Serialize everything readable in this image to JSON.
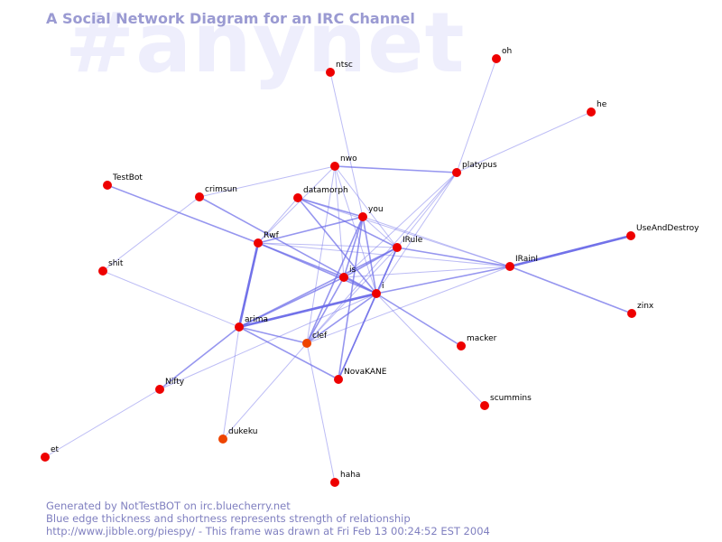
{
  "watermark": "#anynet",
  "title": "A Social Network Diagram for an IRC Channel",
  "footer": {
    "line1": "Generated by NotTestBOT on irc.bluecherry.net",
    "line2": "Blue edge thickness and shortness represents strength of relationship",
    "line3": "http://www.jibble.org/piespy/ - This frame was drawn at Fri Feb 13 00:24:52 EST 2004"
  },
  "colors": {
    "node": "#ee0000",
    "node_orange": "#ee4400",
    "edge": "#6a6ae8",
    "title": "#9a9ad2",
    "watermark": "#eeeefc",
    "footer": "#8080c0"
  },
  "nodes": [
    {
      "id": "ntsc",
      "label": "ntsc"
    },
    {
      "id": "oh",
      "label": "oh"
    },
    {
      "id": "he",
      "label": "he"
    },
    {
      "id": "nwo",
      "label": "nwo"
    },
    {
      "id": "platypus",
      "label": "platypus"
    },
    {
      "id": "TestBot",
      "label": "TestBot"
    },
    {
      "id": "crimsun",
      "label": "crimsun"
    },
    {
      "id": "datamorph",
      "label": "datamorph"
    },
    {
      "id": "you",
      "label": "you"
    },
    {
      "id": "UseAndDestroy",
      "label": "UseAndDestroy"
    },
    {
      "id": "Rwf",
      "label": "Rwf"
    },
    {
      "id": "IRule",
      "label": "IRule"
    },
    {
      "id": "IRainI",
      "label": "IRainI"
    },
    {
      "id": "shit",
      "label": "shit"
    },
    {
      "id": "is",
      "label": "is"
    },
    {
      "id": "i",
      "label": "i"
    },
    {
      "id": "zinx",
      "label": "zinx"
    },
    {
      "id": "arima",
      "label": "arima"
    },
    {
      "id": "clef",
      "label": "clef"
    },
    {
      "id": "macker",
      "label": "macker"
    },
    {
      "id": "NovaKANE",
      "label": "NovaKANE"
    },
    {
      "id": "Nifty",
      "label": "Nifty"
    },
    {
      "id": "scummins",
      "label": "scummins"
    },
    {
      "id": "dukeku",
      "label": "dukeku"
    },
    {
      "id": "et",
      "label": "et"
    },
    {
      "id": "haha",
      "label": "haha"
    }
  ],
  "edges": [
    {
      "a": "ntsc",
      "b": "you",
      "w": 1
    },
    {
      "a": "oh",
      "b": "platypus",
      "w": 1
    },
    {
      "a": "he",
      "b": "platypus",
      "w": 1
    },
    {
      "a": "nwo",
      "b": "platypus",
      "w": 2
    },
    {
      "a": "nwo",
      "b": "crimsun",
      "w": 1
    },
    {
      "a": "nwo",
      "b": "Rwf",
      "w": 1
    },
    {
      "a": "nwo",
      "b": "IRule",
      "w": 1
    },
    {
      "a": "nwo",
      "b": "is",
      "w": 1
    },
    {
      "a": "nwo",
      "b": "clef",
      "w": 1
    },
    {
      "a": "nwo",
      "b": "i",
      "w": 1
    },
    {
      "a": "platypus",
      "b": "IRule",
      "w": 1
    },
    {
      "a": "platypus",
      "b": "i",
      "w": 1
    },
    {
      "a": "platypus",
      "b": "is",
      "w": 1
    },
    {
      "a": "platypus",
      "b": "clef",
      "w": 1
    },
    {
      "a": "TestBot",
      "b": "Rwf",
      "w": 2
    },
    {
      "a": "crimsun",
      "b": "shit",
      "w": 1
    },
    {
      "a": "crimsun",
      "b": "i",
      "w": 2
    },
    {
      "a": "datamorph",
      "b": "you",
      "w": 2
    },
    {
      "a": "datamorph",
      "b": "IRule",
      "w": 2
    },
    {
      "a": "datamorph",
      "b": "i",
      "w": 2
    },
    {
      "a": "datamorph",
      "b": "Rwf",
      "w": 1
    },
    {
      "a": "datamorph",
      "b": "IRainI",
      "w": 1
    },
    {
      "a": "you",
      "b": "Rwf",
      "w": 2
    },
    {
      "a": "you",
      "b": "IRule",
      "w": 1
    },
    {
      "a": "you",
      "b": "is",
      "w": 2
    },
    {
      "a": "you",
      "b": "i",
      "w": 2
    },
    {
      "a": "you",
      "b": "clef",
      "w": 2
    },
    {
      "a": "you",
      "b": "NovaKANE",
      "w": 2
    },
    {
      "a": "you",
      "b": "IRainI",
      "w": 1
    },
    {
      "a": "UseAndDestroy",
      "b": "IRainI",
      "w": 3
    },
    {
      "a": "Rwf",
      "b": "IRule",
      "w": 1
    },
    {
      "a": "Rwf",
      "b": "is",
      "w": 2
    },
    {
      "a": "Rwf",
      "b": "i",
      "w": 2
    },
    {
      "a": "Rwf",
      "b": "arima",
      "w": 3
    },
    {
      "a": "Rwf",
      "b": "IRainI",
      "w": 1
    },
    {
      "a": "IRule",
      "b": "IRainI",
      "w": 2
    },
    {
      "a": "IRule",
      "b": "is",
      "w": 2
    },
    {
      "a": "IRule",
      "b": "i",
      "w": 2
    },
    {
      "a": "IRule",
      "b": "arima",
      "w": 2
    },
    {
      "a": "IRule",
      "b": "clef",
      "w": 1
    },
    {
      "a": "IRule",
      "b": "NovaKANE",
      "w": 2
    },
    {
      "a": "IRainI",
      "b": "i",
      "w": 2
    },
    {
      "a": "IRainI",
      "b": "is",
      "w": 1
    },
    {
      "a": "IRainI",
      "b": "zinx",
      "w": 2
    },
    {
      "a": "IRainI",
      "b": "clef",
      "w": 1
    },
    {
      "a": "shit",
      "b": "arima",
      "w": 1
    },
    {
      "a": "is",
      "b": "i",
      "w": 2
    },
    {
      "a": "is",
      "b": "clef",
      "w": 2
    },
    {
      "a": "is",
      "b": "arima",
      "w": 2
    },
    {
      "a": "i",
      "b": "arima",
      "w": 3
    },
    {
      "a": "i",
      "b": "clef",
      "w": 2
    },
    {
      "a": "i",
      "b": "macker",
      "w": 2
    },
    {
      "a": "i",
      "b": "NovaKANE",
      "w": 2
    },
    {
      "a": "i",
      "b": "scummins",
      "w": 1
    },
    {
      "a": "i",
      "b": "Nifty",
      "w": 1
    },
    {
      "a": "arima",
      "b": "clef",
      "w": 2
    },
    {
      "a": "arima",
      "b": "NovaKANE",
      "w": 2
    },
    {
      "a": "arima",
      "b": "Nifty",
      "w": 2
    },
    {
      "a": "arima",
      "b": "dukeku",
      "w": 1
    },
    {
      "a": "clef",
      "b": "haha",
      "w": 1
    },
    {
      "a": "clef",
      "b": "dukeku",
      "w": 1
    },
    {
      "a": "Nifty",
      "b": "et",
      "w": 1
    }
  ]
}
